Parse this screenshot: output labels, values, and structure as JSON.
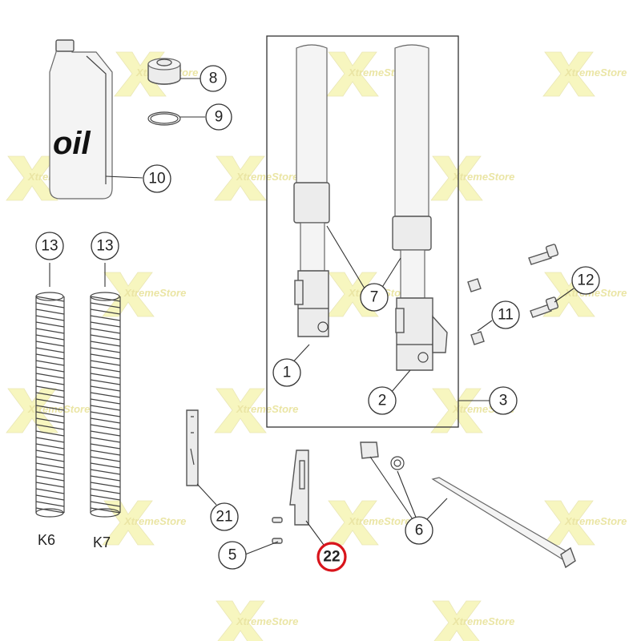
{
  "product": {
    "oil_label": "oil"
  },
  "watermark": {
    "text": "XtremeStore",
    "color": "#f1ee8a"
  },
  "highlight_color": "#d8141b",
  "callouts": {
    "c1": "1",
    "c2": "2",
    "c3": "3",
    "c5": "5",
    "c6": "6",
    "c7": "7",
    "c8": "8",
    "c9": "9",
    "c10": "10",
    "c11": "11",
    "c12": "12",
    "c13a": "13",
    "c13b": "13",
    "c21": "21",
    "c22": "22"
  },
  "springs": {
    "left_label": "K6",
    "right_label": "K7"
  }
}
